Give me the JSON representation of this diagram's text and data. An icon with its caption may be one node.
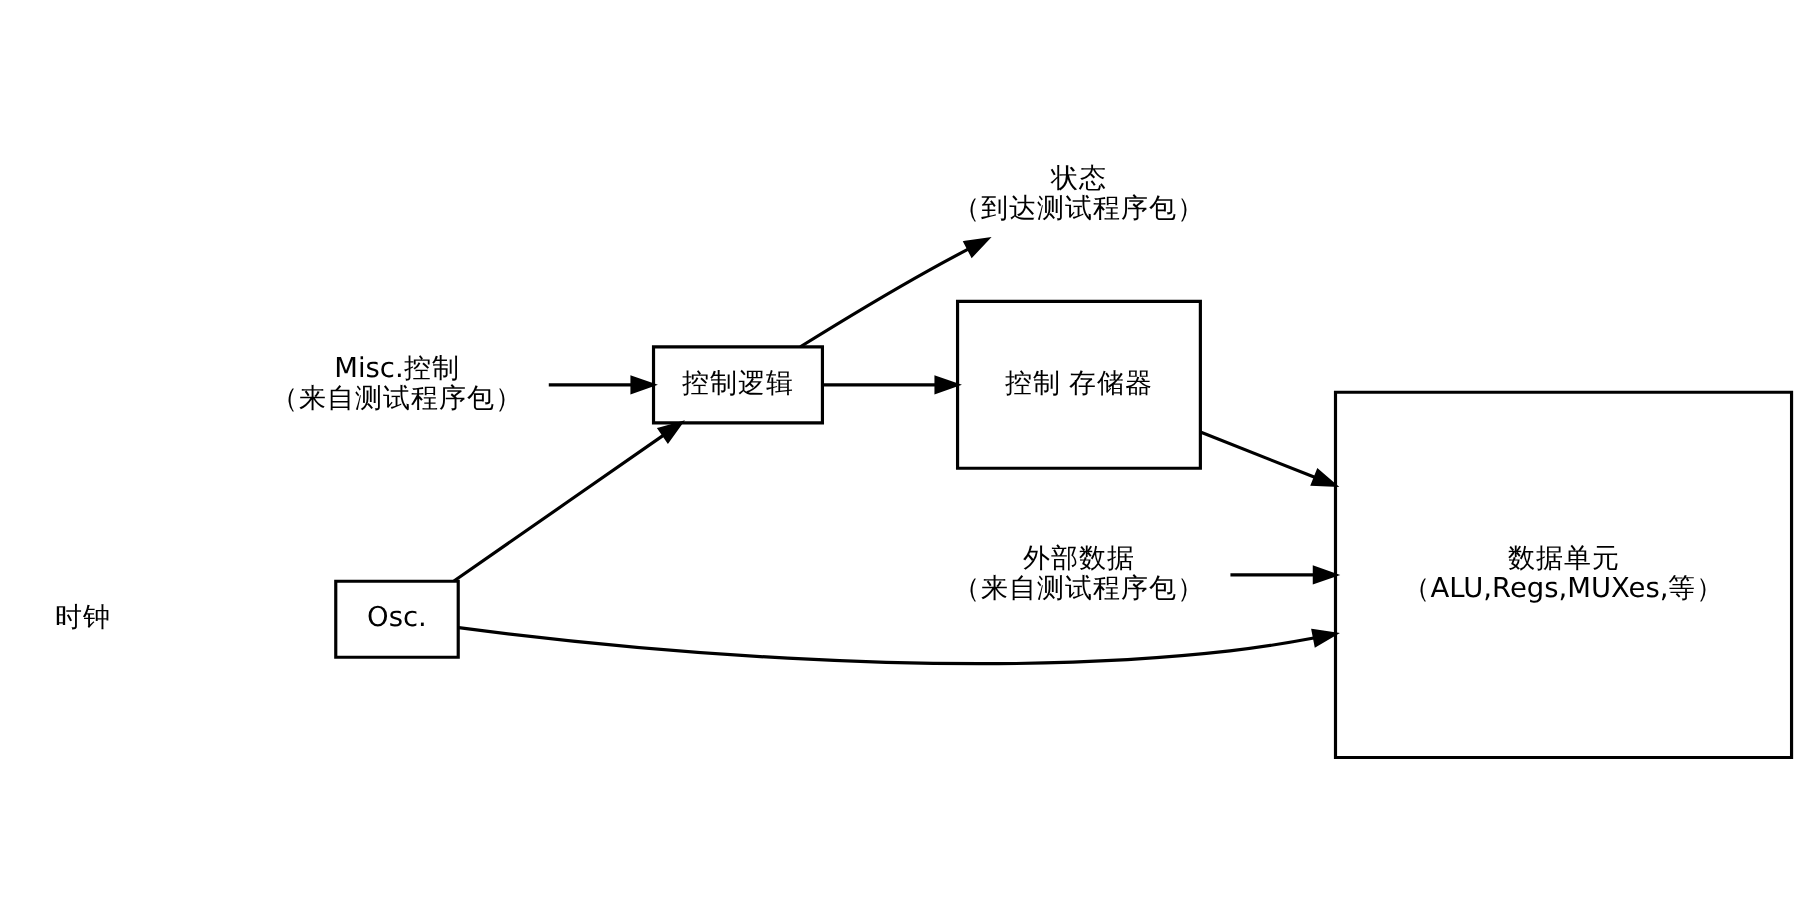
{
  "diagram": {
    "nodes": [
      {
        "text": [
          "Misc.控制",
          "（来自测试程序包）"
        ]
      },
      {
        "text": [
          "状态",
          "（到达测试程序包）"
        ]
      },
      {
        "text": [
          "外部数据",
          "（来自测试程序包）"
        ]
      },
      {
        "text": [
          "控制逻辑"
        ]
      },
      {
        "text": [
          "控制 存储器"
        ]
      },
      {
        "text": [
          "数据单元",
          "（ALU,Regs,MUXes,等）"
        ]
      },
      {
        "text": [
          "Osc."
        ]
      }
    ],
    "edges": [
      {
        "from": 0,
        "to": 3,
        "arrow": "to"
      },
      {
        "from": 3,
        "to": 1,
        "arrow": "to"
      },
      {
        "from": 2,
        "to": 5,
        "arrow": "to"
      },
      {
        "from": 3,
        "to": 4,
        "arrow": "to"
      },
      {
        "from": 4,
        "to": 5,
        "arrow": "to"
      },
      {
        "from": 6,
        "to": 3,
        "arrow": "to"
      },
      {
        "from": 6,
        "to": 5,
        "arrow": "to"
      }
    ],
    "labels": [
      "时钟"
    ]
  }
}
